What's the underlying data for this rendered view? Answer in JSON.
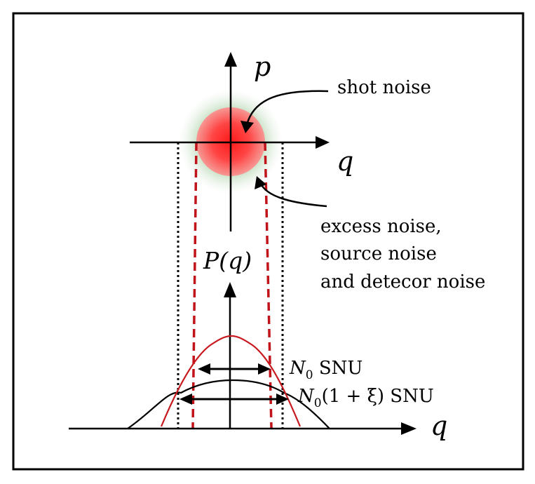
{
  "labels": {
    "p_axis": "p",
    "q_axis_top": "q",
    "q_axis_bottom": "q",
    "pq": "P(q)",
    "shot_noise": "shot noise",
    "excess_line1": "excess noise,",
    "excess_line2": "source noise",
    "excess_line3": "and detecor noise",
    "n0_symbol": "N",
    "n0_sub": "0",
    "n0_unit": " SNU",
    "n0xi_symbol": "N",
    "n0xi_sub": "0",
    "n0xi_rest": "(1 + ξ) SNU"
  },
  "colors": {
    "red": "#c8191e",
    "dashed_red": "#c0141a",
    "green_halo": "#9cc69a",
    "black": "#000000"
  }
}
